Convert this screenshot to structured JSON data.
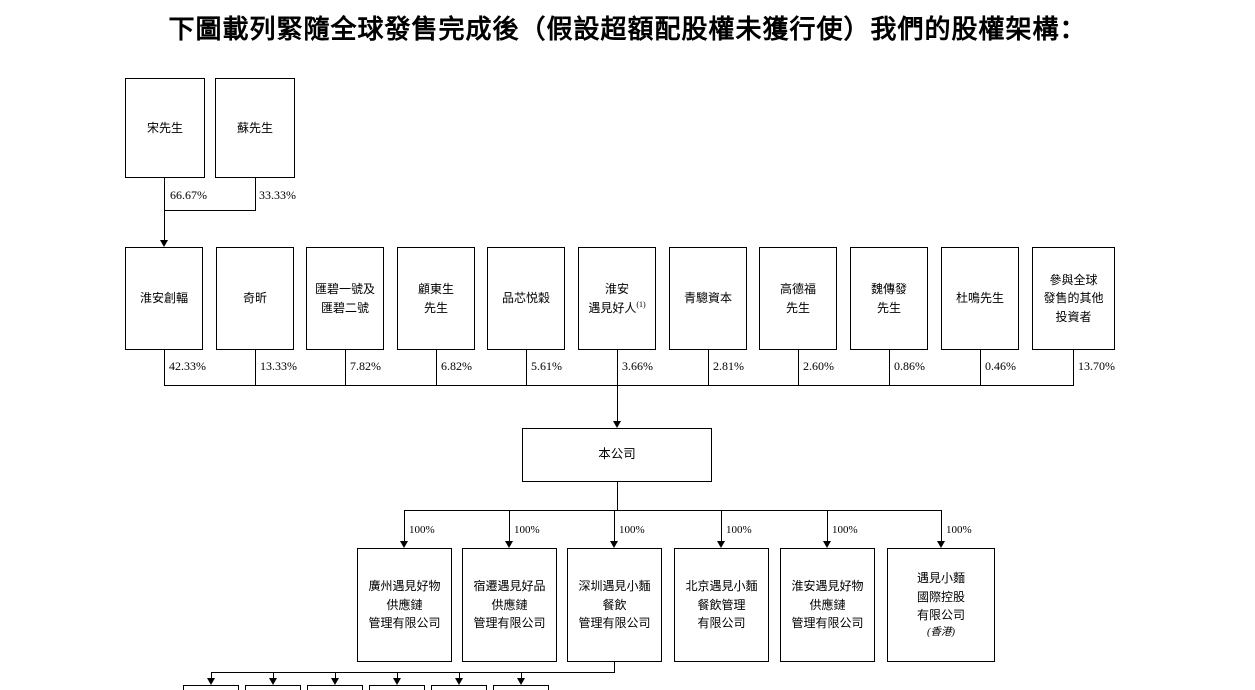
{
  "page": {
    "title": "下圖載列緊隨全球發售完成後（假設超額配股權未獲行使）我們的股權架構："
  },
  "founders": [
    {
      "name": "宋先生",
      "pct": "66.67%"
    },
    {
      "name": "蘇先生",
      "pct": "33.33%"
    }
  ],
  "shareholders": [
    {
      "name": "淮安創輻",
      "pct": "42.33%"
    },
    {
      "name": "奇昕",
      "pct": "13.33%"
    },
    {
      "name": "匯碧一號及\n匯碧二號",
      "pct": "7.82%"
    },
    {
      "name": "顧東生\n先生",
      "pct": "6.82%"
    },
    {
      "name": "品芯悦穀",
      "pct": "5.61%"
    },
    {
      "name": "淮安\n遇見好人",
      "sup": "(1)",
      "pct": "3.66%"
    },
    {
      "name": "青驄資本",
      "pct": "2.81%"
    },
    {
      "name": "高德福\n先生",
      "pct": "2.60%"
    },
    {
      "name": "魏傳發\n先生",
      "pct": "0.86%"
    },
    {
      "name": "杜鳴先生",
      "pct": "0.46%"
    },
    {
      "name": "參與全球\n發售的其他\n投資者",
      "pct": "13.70%"
    }
  ],
  "company": {
    "label": "本公司"
  },
  "subsidiaries": [
    {
      "name": "廣州遇見好物\n供應鏈\n管理有限公司",
      "pct": "100%"
    },
    {
      "name": "宿遷遇見好品\n供應鏈\n管理有限公司",
      "pct": "100%"
    },
    {
      "name": "深圳遇見小麵\n餐飲\n管理有限公司",
      "pct": "100%"
    },
    {
      "name": "北京遇見小麵\n餐飲管理\n有限公司",
      "pct": "100%"
    },
    {
      "name": "淮安遇見好物\n供應鏈\n管理有限公司",
      "pct": "100%"
    },
    {
      "name": "遇見小麵\n國際控股\n有限公司",
      "note": "(香港)",
      "pct": "100%"
    }
  ]
}
